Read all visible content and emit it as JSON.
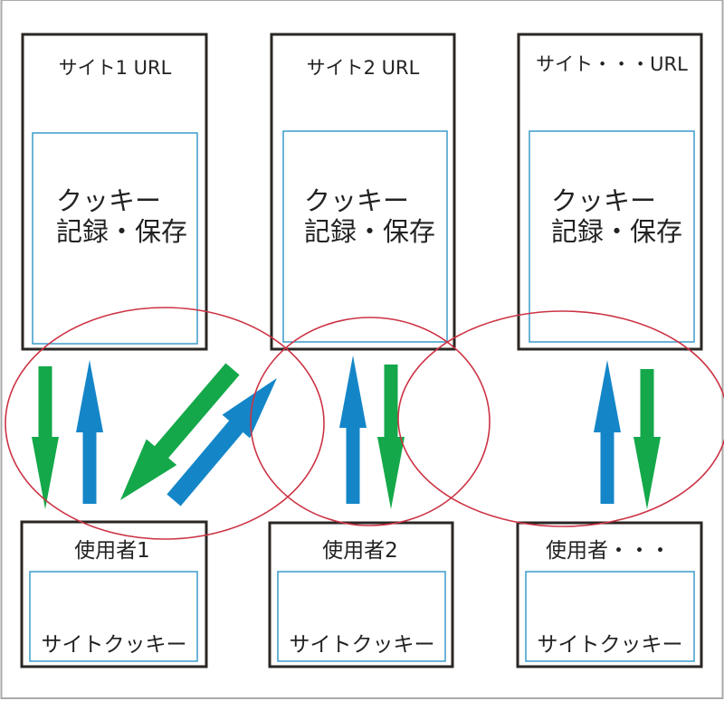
{
  "sites": [
    {
      "title": "サイト1  URL",
      "line1": "クッキー",
      "line2": "記録・保存"
    },
    {
      "title": "サイト2  URL",
      "line1": "クッキー",
      "line2": "記録・保存"
    },
    {
      "title": "サイト・・・URL",
      "line1": "クッキー",
      "line2": "記録・保存"
    }
  ],
  "users": [
    {
      "label": "使用者1",
      "cookie": "サイトクッキー"
    },
    {
      "label": "使用者2",
      "cookie": "サイトクッキー"
    },
    {
      "label": "使用者・・・",
      "cookie": "サイトクッキー"
    }
  ],
  "colors": {
    "request": "#1486c8",
    "response": "#14a84a",
    "group": "#cc3344",
    "box": "#2a2623",
    "inner": "#3a9ccc"
  }
}
